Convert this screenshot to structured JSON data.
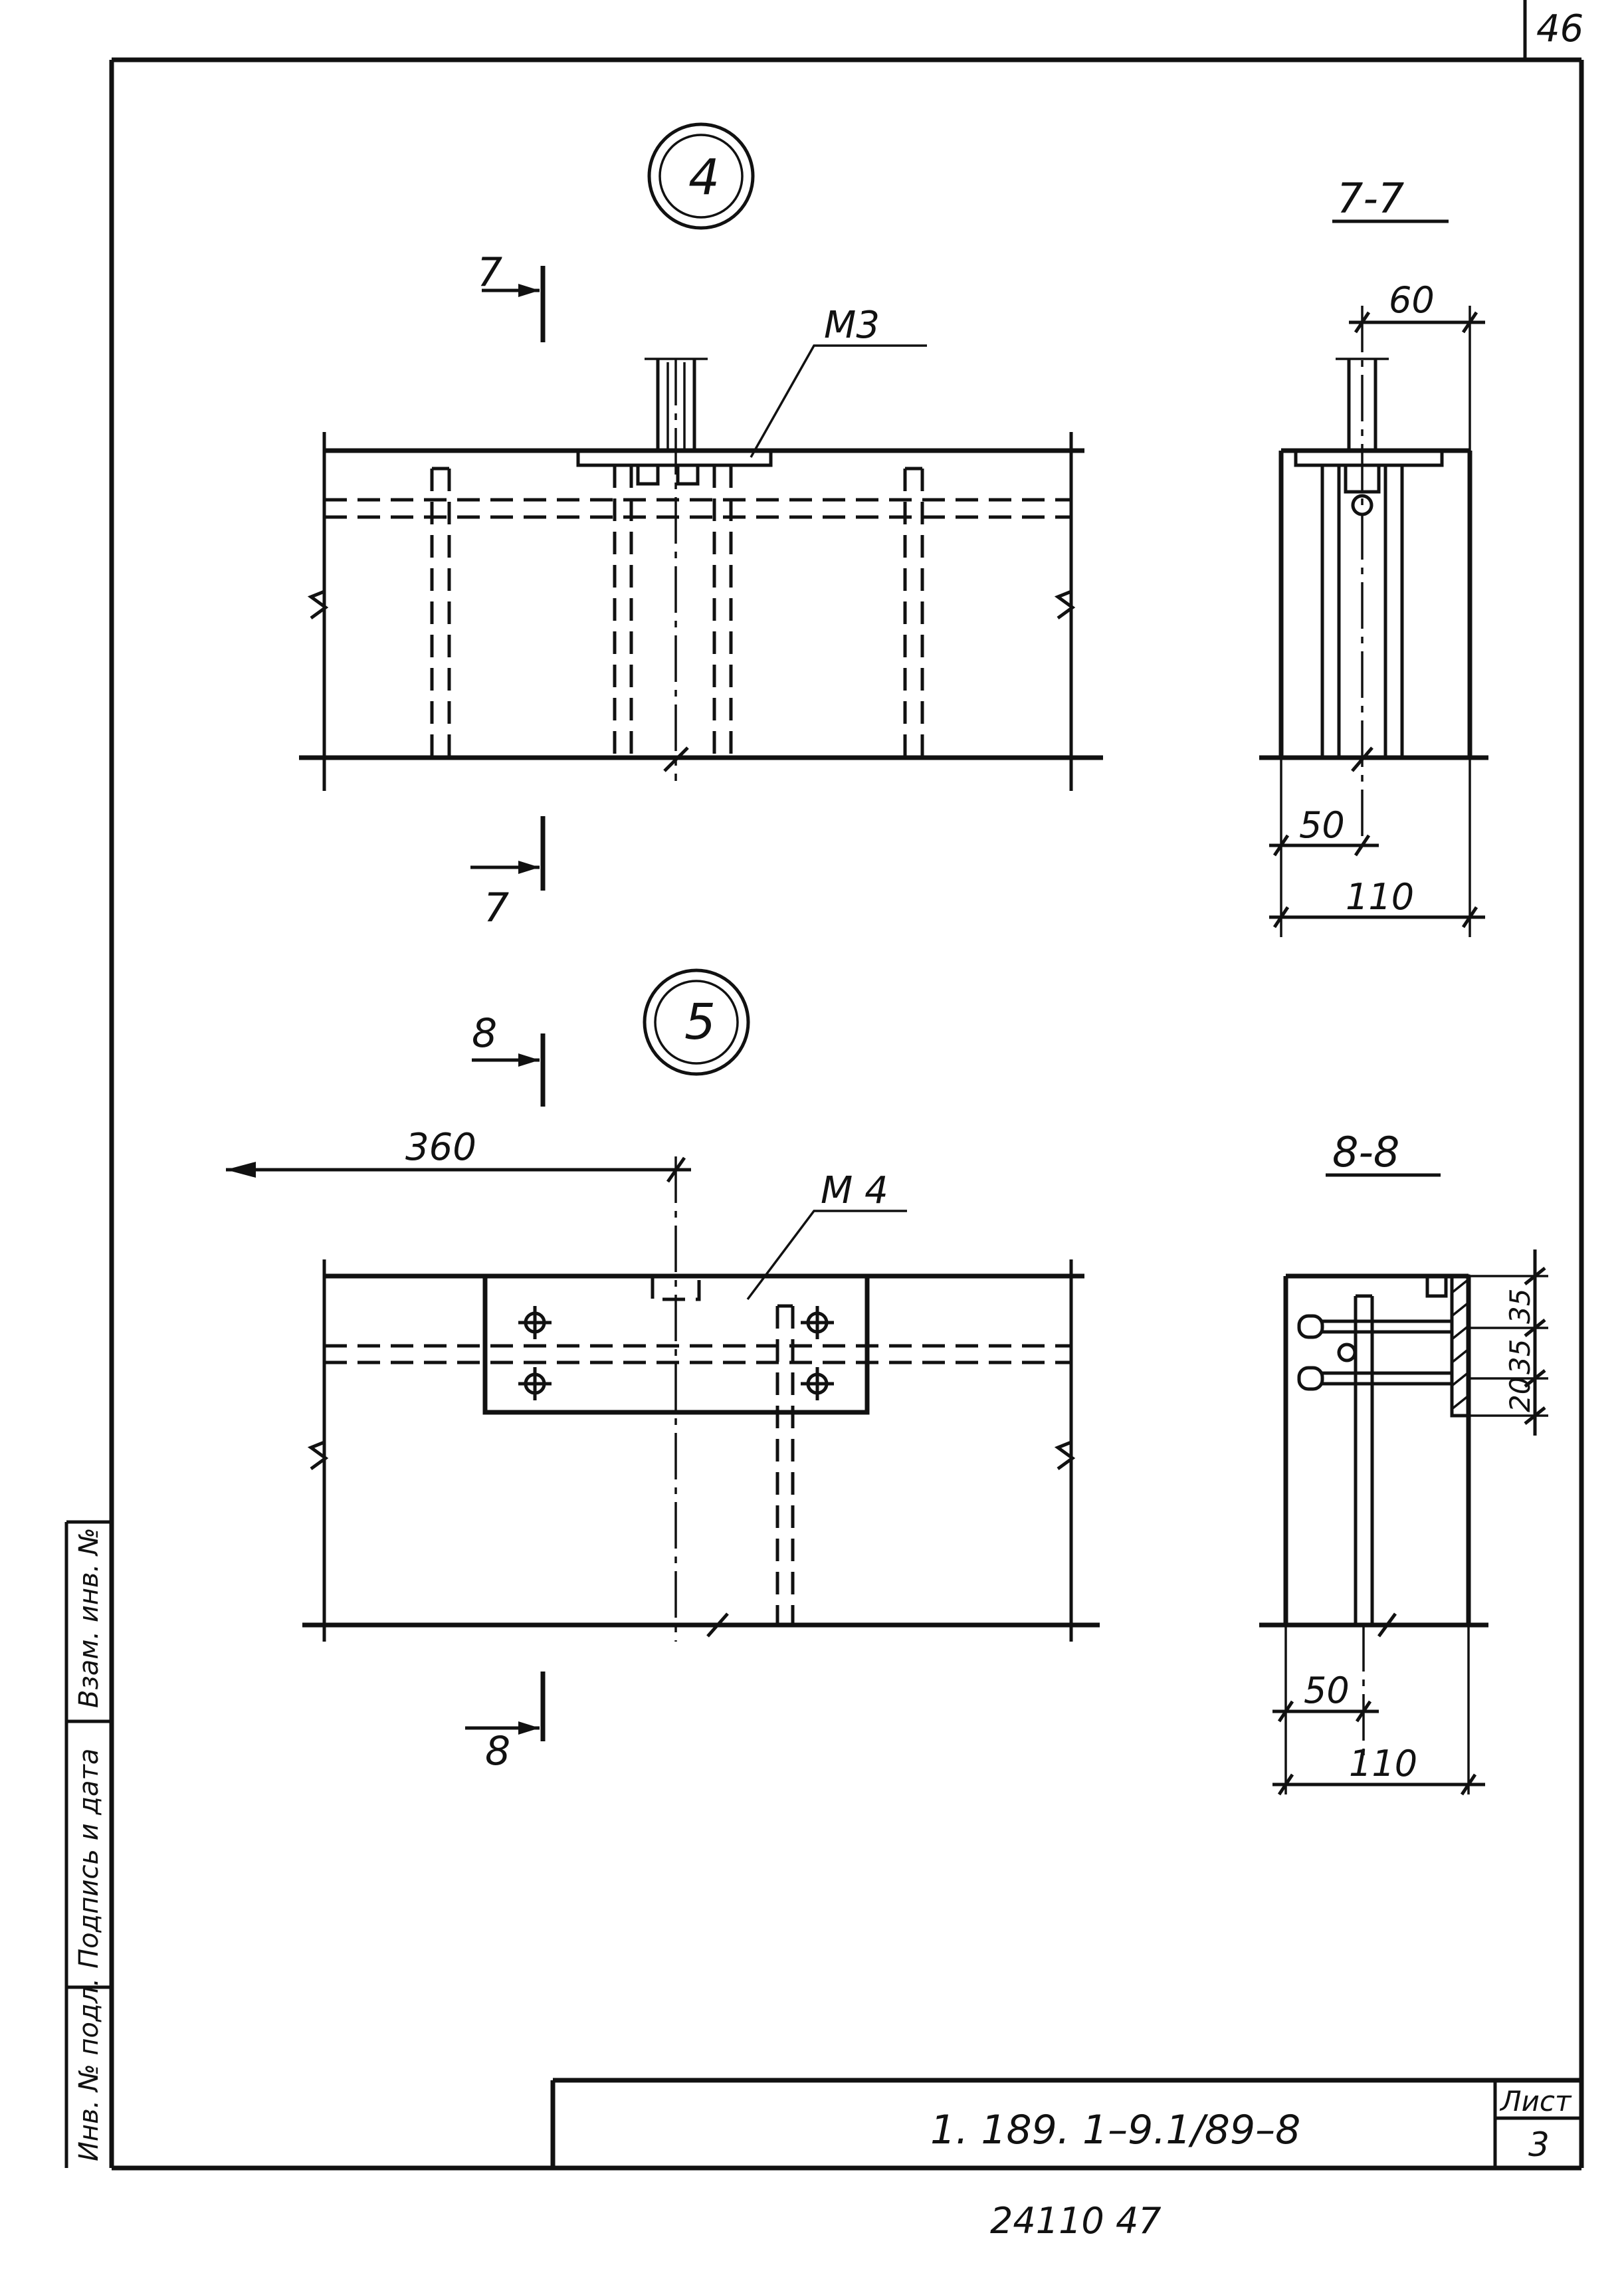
{
  "sheet_number_top": "46",
  "node_4": {
    "label": "4",
    "section_mark": "7",
    "part_mark": "M3"
  },
  "node_5": {
    "label": "5",
    "section_mark": "8",
    "part_mark": "M 4",
    "dim_offset": "360"
  },
  "section_7_7": {
    "title": "7-7",
    "dim_top": "60",
    "dim_inner": "50",
    "dim_total": "110"
  },
  "section_8_8": {
    "title": "8-8",
    "dim_inner": "50",
    "dim_total": "110",
    "dims_vertical": [
      "35",
      "35",
      "20"
    ]
  },
  "side_stamp": {
    "cells": [
      "Инв. № подл.",
      "Подпись и дата",
      "Взам. инв. №"
    ]
  },
  "title_block": {
    "code": "1. 189. 1–9.1/89–8",
    "sheet_label": "Лист",
    "sheet_value": "3"
  },
  "bottom_number": "24110   47"
}
